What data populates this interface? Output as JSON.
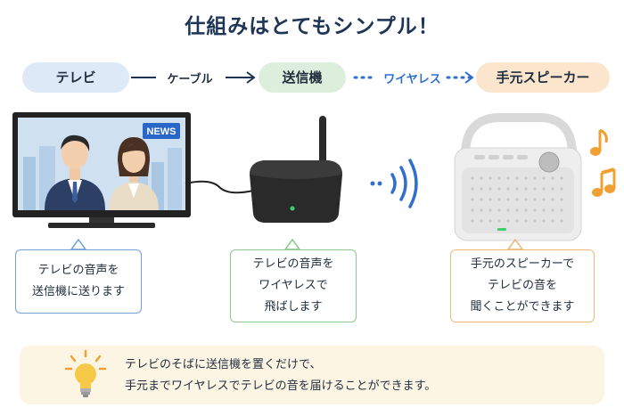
{
  "title": "仕組みはとてもシンプル！",
  "flow": {
    "tv_label": "テレビ",
    "cable_label": "ケーブル",
    "transmitter_label": "送信機",
    "wireless_label": "ワイヤレス",
    "speaker_label": "手元スピーカー"
  },
  "news_badge": "NEWS",
  "callouts": {
    "tv": [
      "テレビの音声を",
      "送信機に送ります"
    ],
    "transmitter": [
      "テレビの音声を",
      "ワイヤレスで",
      "飛ばします"
    ],
    "speaker": [
      "手元のスピーカーで",
      "テレビの音を",
      "聞くことができます"
    ]
  },
  "tip": [
    "テレビのそばに送信機を置くだけで、",
    "手元までワイヤレスでテレビの音を届けることができます。"
  ],
  "colors": {
    "tv_pill": "#dde9f7",
    "transmitter_pill": "#dcefdc",
    "speaker_pill": "#fbe6cd",
    "accent_blue": "#2f6fd0",
    "note_orange": "#f0a030"
  }
}
